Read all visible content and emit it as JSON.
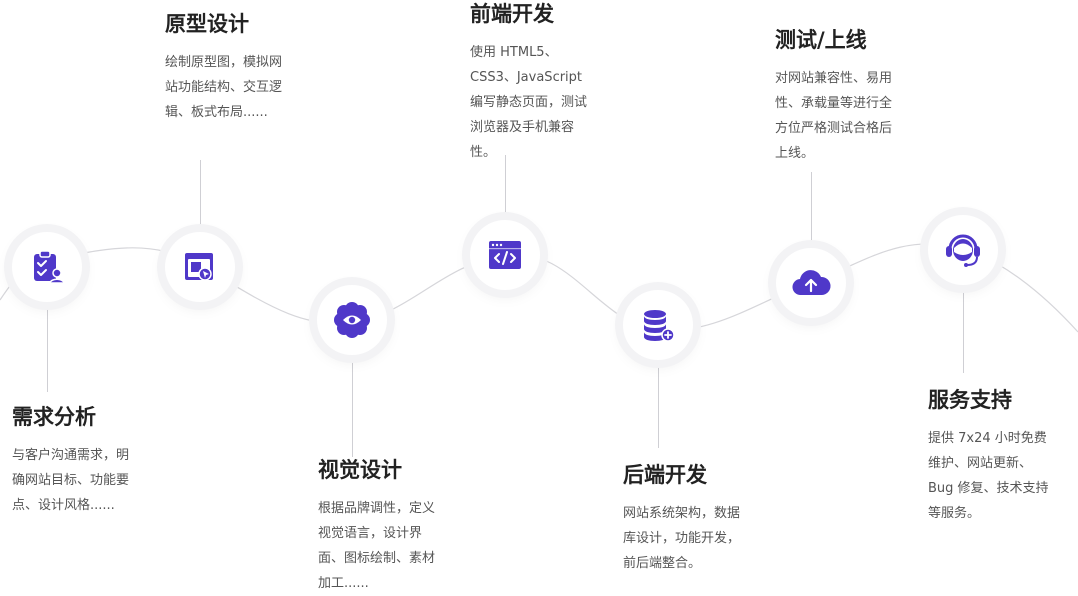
{
  "accent": "#4f38c9",
  "steps": [
    {
      "title": "需求分析",
      "desc": "与客户沟通需求，明\n确网站目标、功能要\n点、设计风格......",
      "icon": "clipboard-check-user-icon"
    },
    {
      "title": "原型设计",
      "desc": "绘制原型图，模拟网\n站功能结构、交互逻\n辑、板式布局......",
      "icon": "browser-click-icon"
    },
    {
      "title": "视觉设计",
      "desc": "根据品牌调性，定义\n视觉语言，设计界\n面、图标绘制、素材\n加工......",
      "icon": "flower-eye-icon"
    },
    {
      "title": "前端开发",
      "desc": "使用 HTML5、\nCSS3、JavaScript\n编写静态页面，测试\n浏览器及手机兼容\n性。",
      "icon": "code-window-icon"
    },
    {
      "title": "后端开发",
      "desc": "网站系统架构，数据\n库设计，功能开发，\n前后端整合。",
      "icon": "database-add-icon"
    },
    {
      "title": "测试/上线",
      "desc": "对网站兼容性、易用\n性、承载量等进行全\n方位严格测试合格后\n上线。",
      "icon": "cloud-upload-icon"
    },
    {
      "title": "服务支持",
      "desc": "提供 7x24 小时免费\n维护、网站更新、\nBug 修复、技术支持\n等服务。",
      "icon": "headset-support-icon"
    }
  ]
}
